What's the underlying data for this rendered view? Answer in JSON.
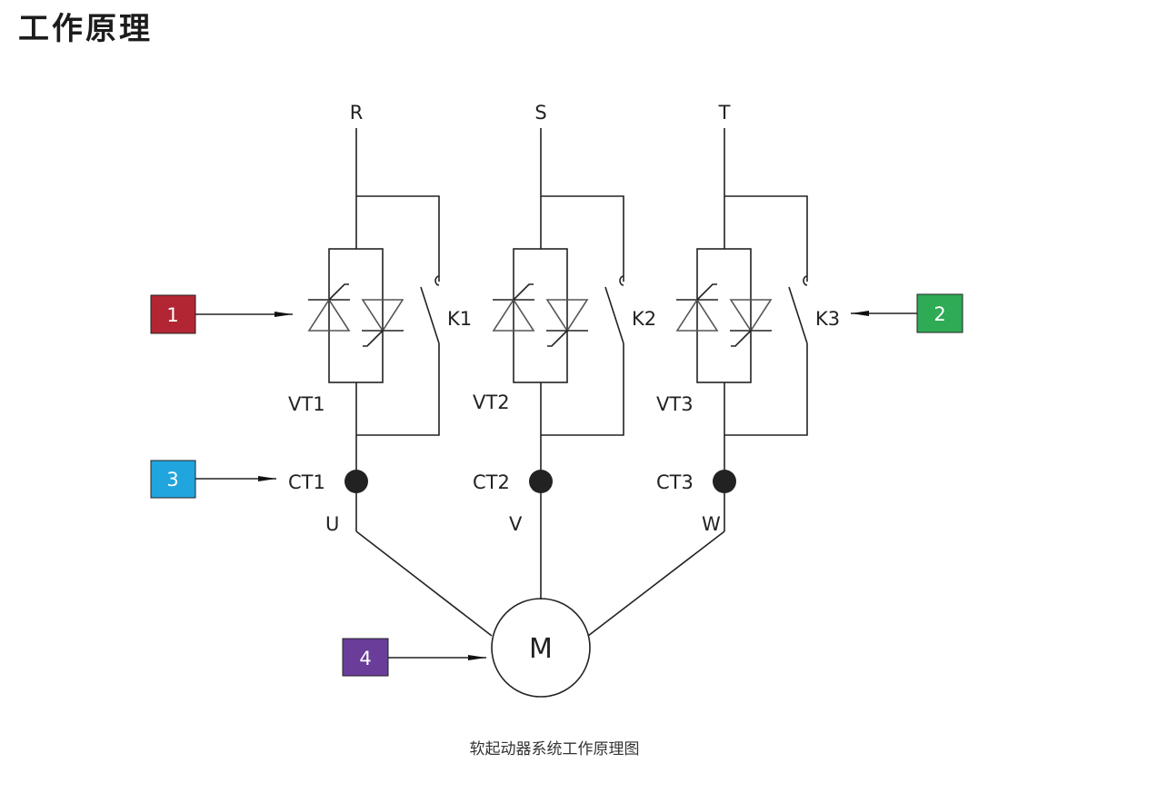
{
  "header": {
    "title": "工作原理"
  },
  "diagram": {
    "caption": "软起动器系统工作原理图",
    "phases": [
      {
        "supply": "R",
        "thyristor": "VT1",
        "contactor": "K1",
        "ct": "CT1",
        "output": "U"
      },
      {
        "supply": "S",
        "thyristor": "VT2",
        "contactor": "K2",
        "ct": "CT2",
        "output": "V"
      },
      {
        "supply": "T",
        "thyristor": "VT3",
        "contactor": "K3",
        "ct": "CT3",
        "output": "W"
      }
    ],
    "motor_label": "M",
    "callouts": [
      {
        "number": "1",
        "color": "#b22633",
        "target": "VT1"
      },
      {
        "number": "2",
        "color": "#2faa55",
        "target": "K3"
      },
      {
        "number": "3",
        "color": "#21a5de",
        "target": "CT1"
      },
      {
        "number": "4",
        "color": "#6a3d9a",
        "target": "M"
      }
    ]
  }
}
